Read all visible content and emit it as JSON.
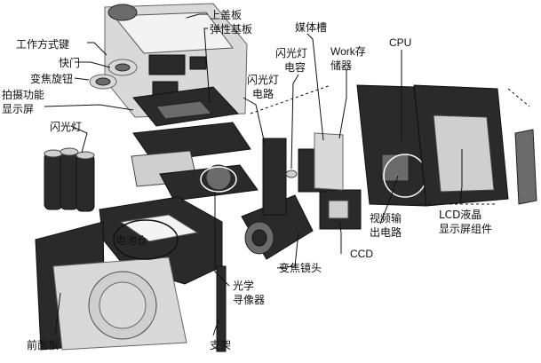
{
  "labels": {
    "top_cover": "上盖板",
    "spring_board": "弹性基板",
    "work_mode_key": "工作方式键",
    "shutter": "快门",
    "zoom_knob": "变焦旋钮",
    "shoot_func_display_l1": "拍摄功能",
    "shoot_func_display_l2": "显示屏",
    "flash": "闪光灯",
    "flash_circuit_l1": "闪光灯",
    "flash_circuit_l2": "电路",
    "flash_cap_l1": "闪光灯",
    "flash_cap_l2": "电容",
    "media_slot": "媒体槽",
    "work_storage_l1": "Work存",
    "work_storage_l2": "储器",
    "cpu": "CPU",
    "battery_compartment": "电池仓",
    "video_out_l1": "视频输",
    "video_out_l2": "出电路",
    "lcd_l1": "LCD液晶",
    "lcd_l2": "显示屏组件",
    "ccd": "CCD",
    "zoom_lens": "变焦镜头",
    "optical_finder_l1": "光学",
    "optical_finder_l2": "寻像器",
    "front_panel": "前面板",
    "bracket": "支架"
  }
}
